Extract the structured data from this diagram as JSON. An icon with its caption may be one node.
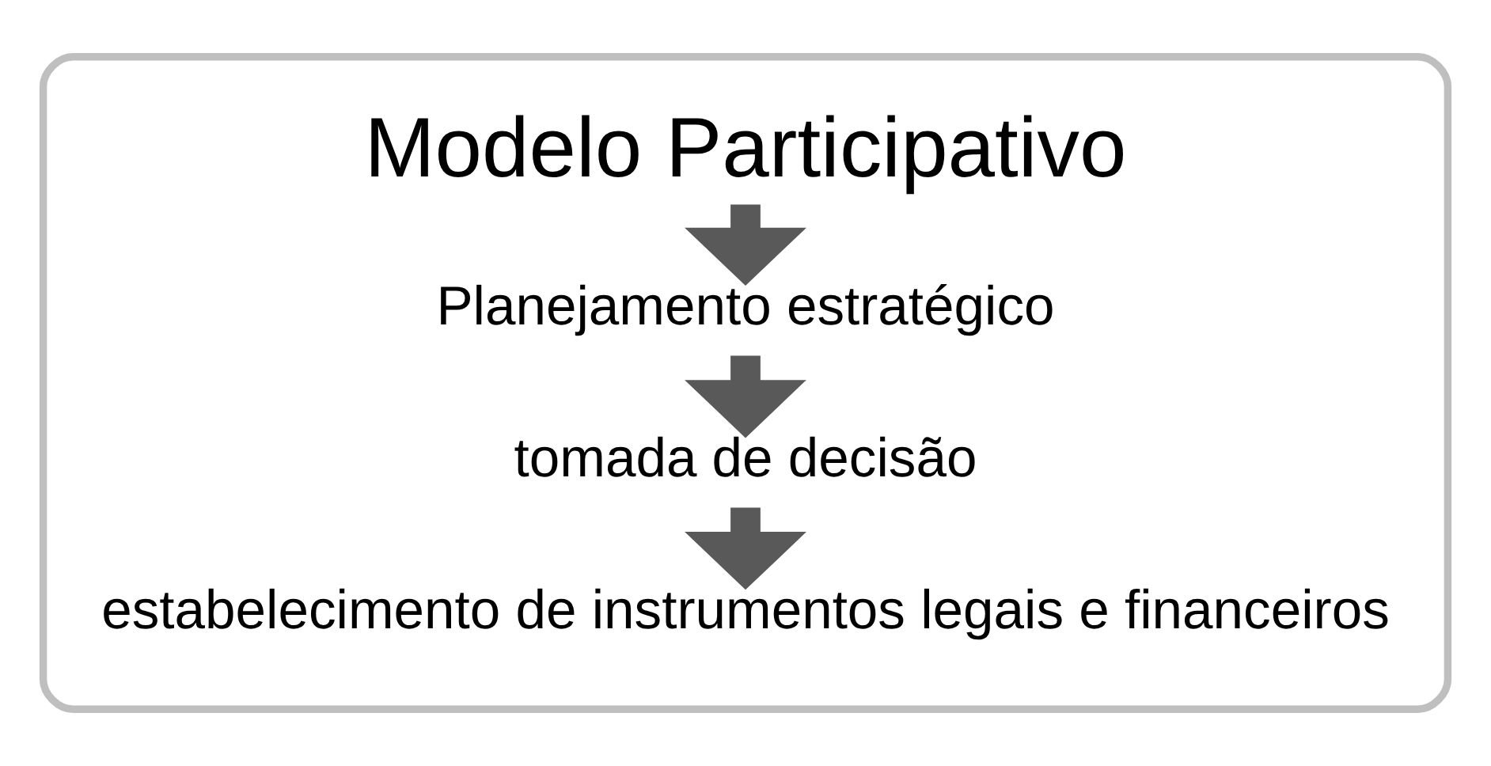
{
  "diagram": {
    "nodes": [
      {
        "text": [],
        "shape": "box"
      },
      {
        "text": [
          "Modelo Participativo"
        ],
        "in": 0
      },
      {
        "text": [
          "Planejamento estratégico"
        ],
        "in": 0
      },
      {
        "text": [
          "tomada de decisão"
        ],
        "in": 0
      },
      {
        "text": [
          "estabelecimento de instrumentos legais e financeiros"
        ],
        "in": 0
      }
    ],
    "edges": [
      {
        "from": 1,
        "to": 2,
        "arrow": "to"
      },
      {
        "from": 2,
        "to": 3,
        "arrow": "to"
      },
      {
        "from": 3,
        "to": 4,
        "arrow": "to"
      }
    ]
  }
}
